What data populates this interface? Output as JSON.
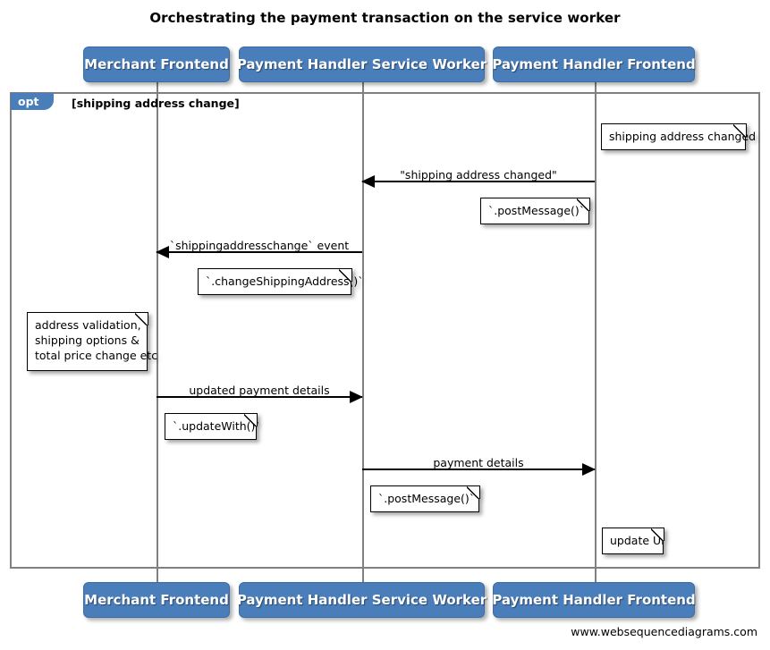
{
  "diagram": {
    "title": "Orchestrating the payment transaction on the service worker",
    "footer": "www.websequencediagrams.com",
    "accent_color": "#4a7ebb",
    "frame_border_color": "#808080",
    "background_color": "#ffffff"
  },
  "participants": [
    {
      "label": "Merchant Frontend"
    },
    {
      "label": "Payment Handler Service Worker"
    },
    {
      "label": "Payment Handler Frontend"
    }
  ],
  "participants_bottom": [
    {
      "label": "Merchant Frontend"
    },
    {
      "label": "Payment Handler Service Worker"
    },
    {
      "label": "Payment Handler Frontend"
    }
  ],
  "fragment": {
    "type": "opt",
    "guard": "[shipping address change]"
  },
  "messages": [
    {
      "label": "\"shipping address changed\"",
      "from": "Payment Handler Frontend",
      "to": "Payment Handler Service Worker",
      "direction": "left"
    },
    {
      "label": "`shippingaddresschange` event",
      "from": "Payment Handler Service Worker",
      "to": "Merchant Frontend",
      "direction": "left"
    },
    {
      "label": "updated payment details",
      "from": "Merchant Frontend",
      "to": "Payment Handler Service Worker",
      "direction": "right"
    },
    {
      "label": "payment details",
      "from": "Payment Handler Service Worker",
      "to": "Payment Handler Frontend",
      "direction": "right"
    }
  ],
  "notes": [
    {
      "text": "shipping address changed"
    },
    {
      "text": "`.postMessage()`"
    },
    {
      "text": "`.changeShippingAddress()`"
    },
    {
      "text": "address validation,\nshipping options &\ntotal price change etc"
    },
    {
      "text": "`.updateWith()`"
    },
    {
      "text": "`.postMessage()`"
    },
    {
      "text": "update UI"
    }
  ]
}
